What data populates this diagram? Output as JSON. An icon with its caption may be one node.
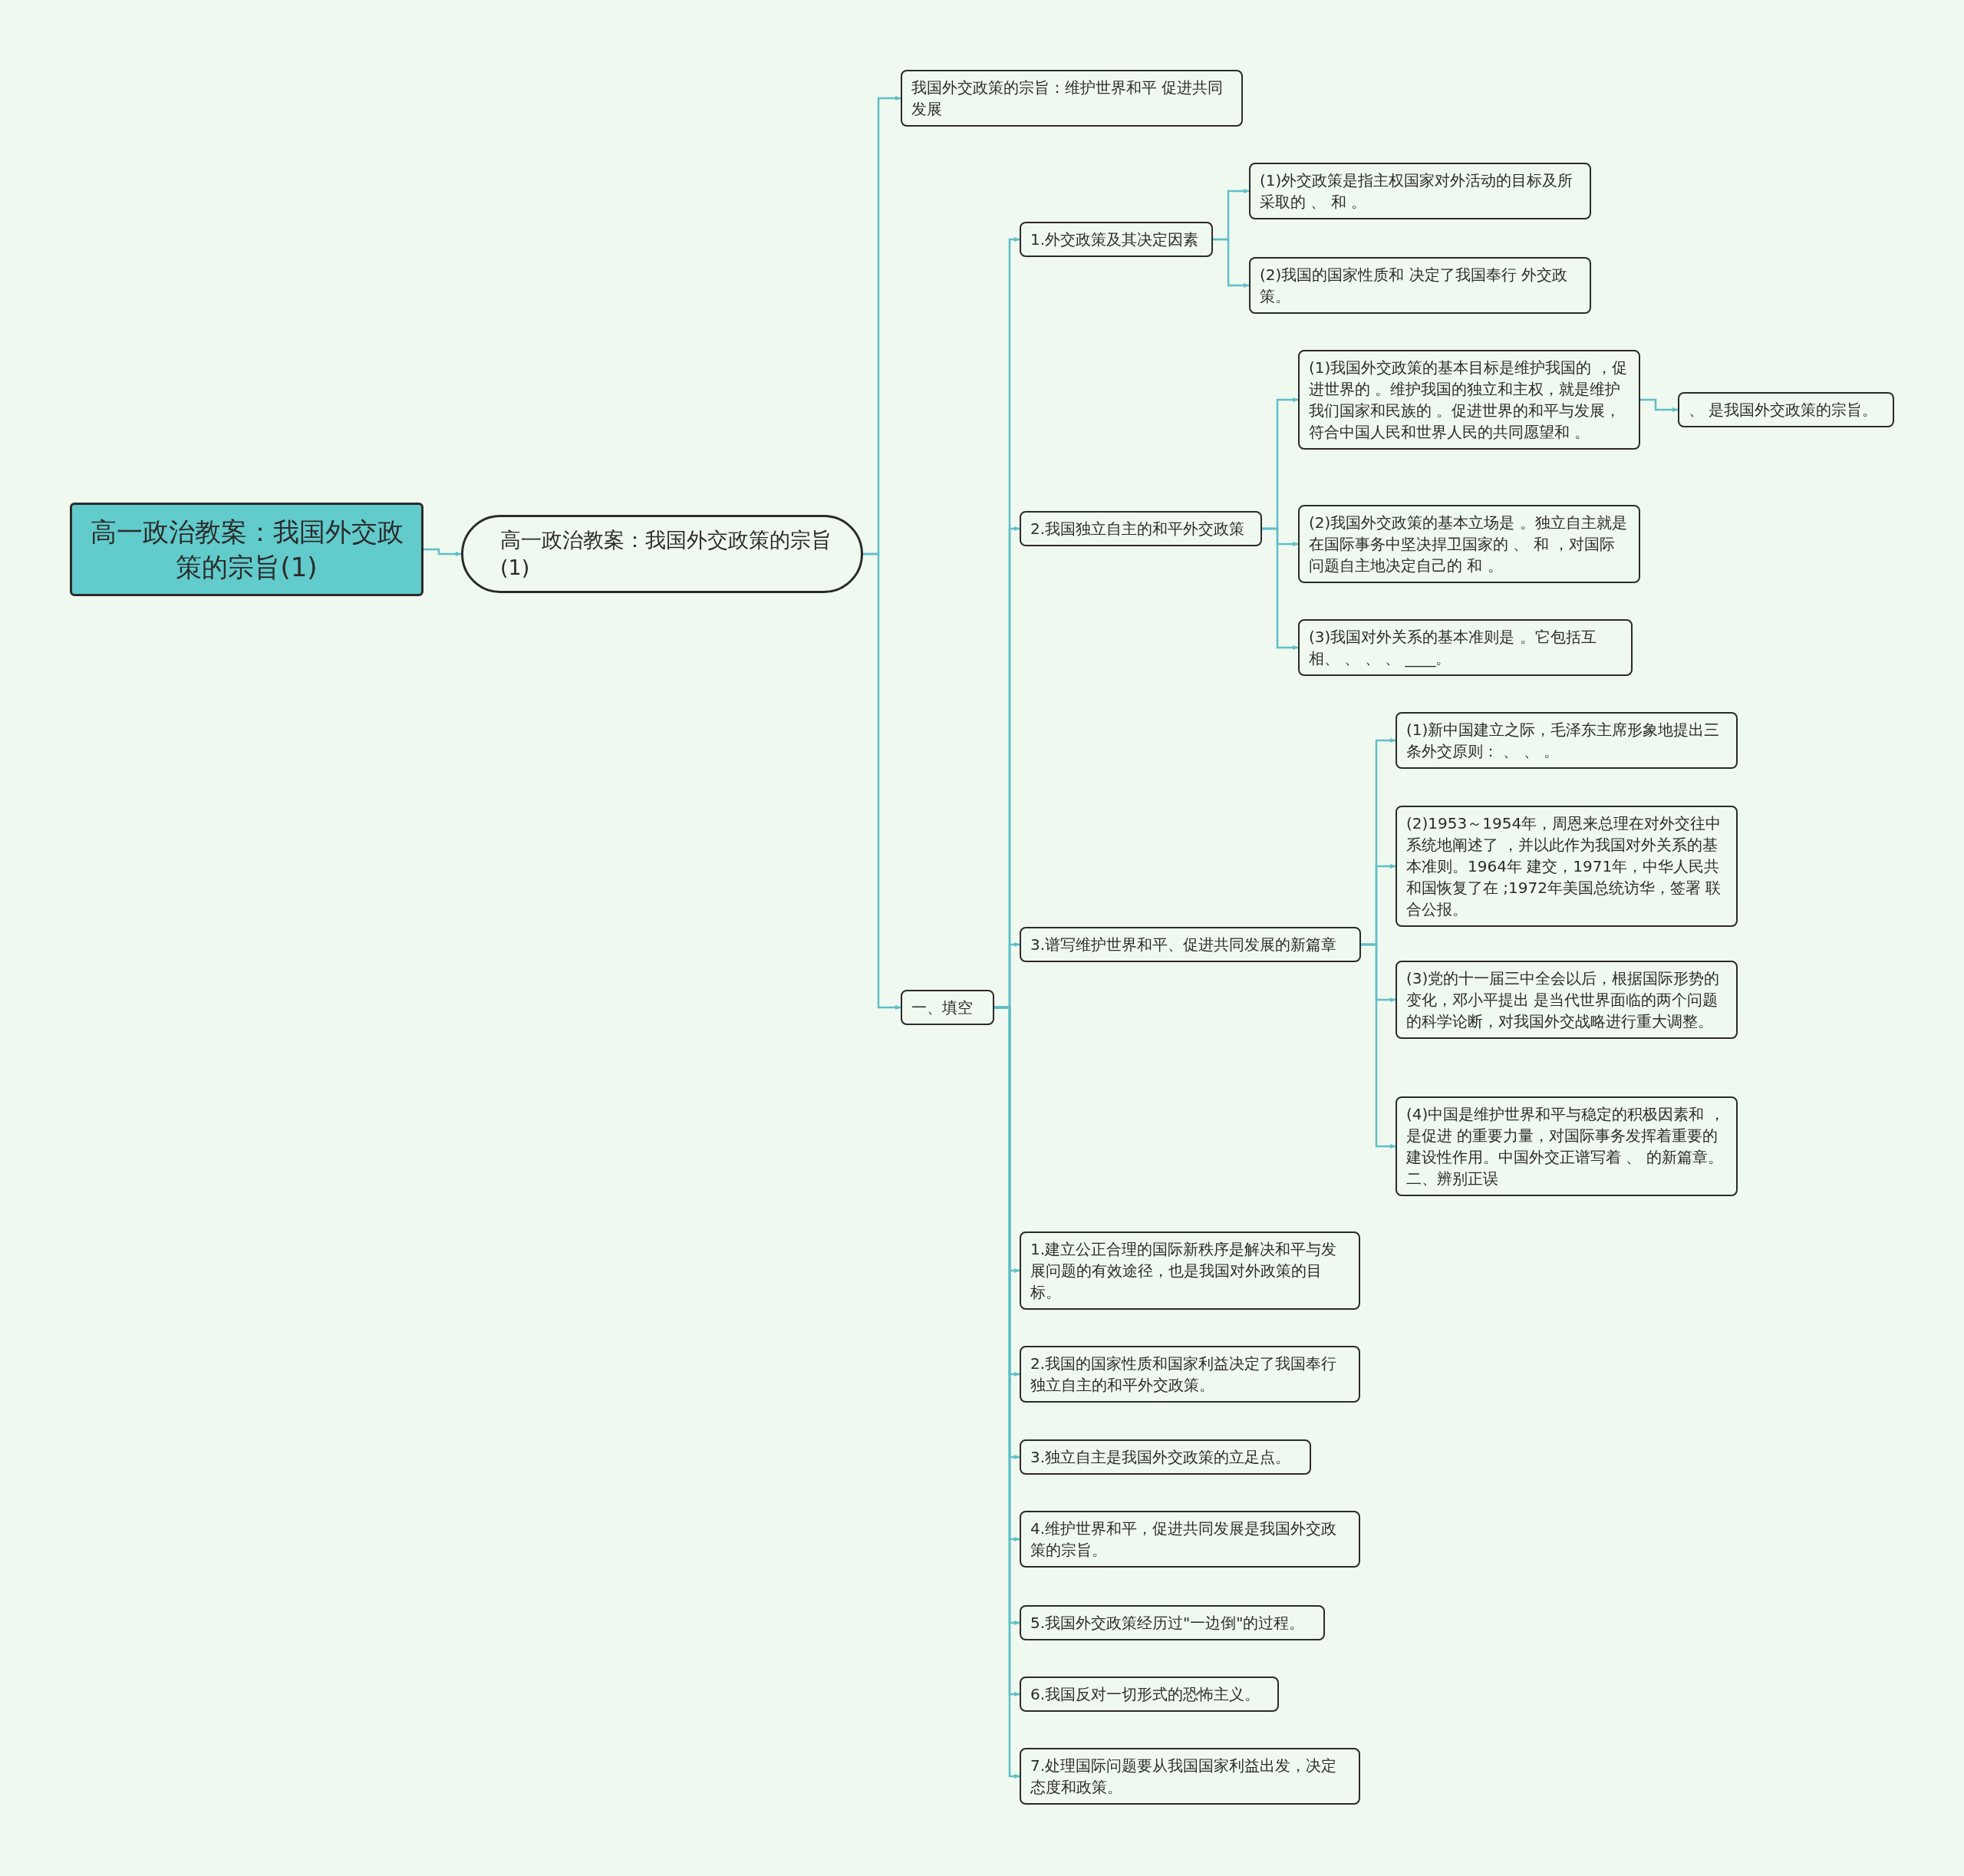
{
  "diagram": {
    "nodes": [
      {
        "text": [
          "高一政治教案：我国外交政策的宗旨(1)"
        ]
      },
      {
        "text": [
          "高一政治教案：我国外交政策的宗旨(1)"
        ]
      },
      {
        "text": [
          "我国外交政策的宗旨：维护世界和平 促进共同发展"
        ]
      },
      {
        "text": [
          "一、填空"
        ]
      },
      {
        "text": [
          "1.外交政策及其决定因素"
        ]
      },
      {
        "text": [
          "(1)外交政策是指主权国家对外活动的目标及所采取的 、 和 。"
        ]
      },
      {
        "text": [
          "(2)我国的国家性质和 决定了我国奉行 外交政策。"
        ]
      },
      {
        "text": [
          "2.我国独立自主的和平外交政策"
        ]
      },
      {
        "text": [
          "(1)我国外交政策的基本目标是维护我国的 ，促进世界的 。维护我国的独立和主权，就是维护我们国家和民族的 。促进世界的和平与发展，符合中国人民和世界人民的共同愿望和 。"
        ]
      },
      {
        "text": [
          "、 是我国外交政策的宗旨。"
        ]
      },
      {
        "text": [
          "(2)我国外交政策的基本立场是 。独立自主就是在国际事务中坚决捍卫国家的 、 和 ，对国际问题自主地决定自己的 和 。"
        ]
      },
      {
        "text": [
          "(3)我国对外关系的基本准则是 。它包括互相、 、 、 、 ____。"
        ]
      },
      {
        "text": [
          "3.谱写维护世界和平、促进共同发展的新篇章"
        ]
      },
      {
        "text": [
          "(1)新中国建立之际，毛泽东主席形象地提出三条外交原则： 、 、 。"
        ]
      },
      {
        "text": [
          "(2)1953～1954年，周恩来总理在对外交往中系统地阐述了 ，并以此作为我国对外关系的基本准则。1964年 建交，1971年，中华人民共和国恢复了在 ;1972年美国总统访华，签署 联合公报。"
        ]
      },
      {
        "text": [
          "(3)党的十一届三中全会以后，根据国际形势的变化，邓小平提出 是当代世界面临的两个问题的科学论断，对我国外交战略进行重大调整。"
        ]
      },
      {
        "text": [
          "(4)中国是维护世界和平与稳定的积极因素和 ，是促进 的重要力量，对国际事务发挥着重要的建设性作用。中国外交正谱写着 、 的新篇章。二、辨别正误"
        ]
      },
      {
        "text": [
          "1.建立公正合理的国际新秩序是解决和平与发展问题的有效途径，也是我国对外政策的目标。"
        ]
      },
      {
        "text": [
          "2.我国的国家性质和国家利益决定了我国奉行独立自主的和平外交政策。"
        ]
      },
      {
        "text": [
          "3.独立自主是我国外交政策的立足点。"
        ]
      },
      {
        "text": [
          "4.维护世界和平，促进共同发展是我国外交政策的宗旨。"
        ]
      },
      {
        "text": [
          "5.我国外交政策经历过\"一边倒\"的过程。"
        ]
      },
      {
        "text": [
          "6.我国反对一切形式的恐怖主义。"
        ]
      },
      {
        "text": [
          "7.处理国际问题要从我国国家利益出发，决定态度和政策。"
        ]
      }
    ],
    "edges": [
      {
        "from": 0,
        "to": 1,
        "arrow": "to"
      },
      {
        "from": 1,
        "to": 2,
        "arrow": "to"
      },
      {
        "from": 1,
        "to": 3,
        "arrow": "to"
      },
      {
        "from": 3,
        "to": 4,
        "arrow": "to"
      },
      {
        "from": 4,
        "to": 5,
        "arrow": "to"
      },
      {
        "from": 4,
        "to": 6,
        "arrow": "to"
      },
      {
        "from": 3,
        "to": 7,
        "arrow": "to"
      },
      {
        "from": 7,
        "to": 8,
        "arrow": "to"
      },
      {
        "from": 8,
        "to": 9,
        "arrow": "to"
      },
      {
        "from": 7,
        "to": 10,
        "arrow": "to"
      },
      {
        "from": 7,
        "to": 11,
        "arrow": "to"
      },
      {
        "from": 3,
        "to": 12,
        "arrow": "to"
      },
      {
        "from": 12,
        "to": 13,
        "arrow": "to"
      },
      {
        "from": 12,
        "to": 14,
        "arrow": "to"
      },
      {
        "from": 12,
        "to": 15,
        "arrow": "to"
      },
      {
        "from": 12,
        "to": 16,
        "arrow": "to"
      },
      {
        "from": 3,
        "to": 17,
        "arrow": "to"
      },
      {
        "from": 3,
        "to": 18,
        "arrow": "to"
      },
      {
        "from": 3,
        "to": 19,
        "arrow": "to"
      },
      {
        "from": 3,
        "to": 20,
        "arrow": "to"
      },
      {
        "from": 3,
        "to": 21,
        "arrow": "to"
      },
      {
        "from": 3,
        "to": 22,
        "arrow": "to"
      },
      {
        "from": 3,
        "to": 23,
        "arrow": "to"
      }
    ]
  }
}
